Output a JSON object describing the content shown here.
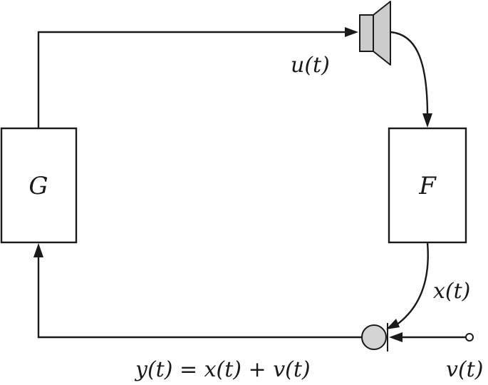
{
  "blocks": {
    "g": {
      "label": "G"
    },
    "f": {
      "label": "F"
    }
  },
  "signals": {
    "u": "u(t)",
    "x": "x(t)",
    "y": "y(t) = x(t) + v(t)",
    "v": "v(t)"
  },
  "icons": {
    "speaker": "speaker-icon",
    "microphone": "microphone-icon"
  },
  "colors": {
    "stroke": "#1a1a1a",
    "speaker_fill": "#cccccc",
    "microphone_fill": "#d4d4d4",
    "background": "#ffffff"
  }
}
